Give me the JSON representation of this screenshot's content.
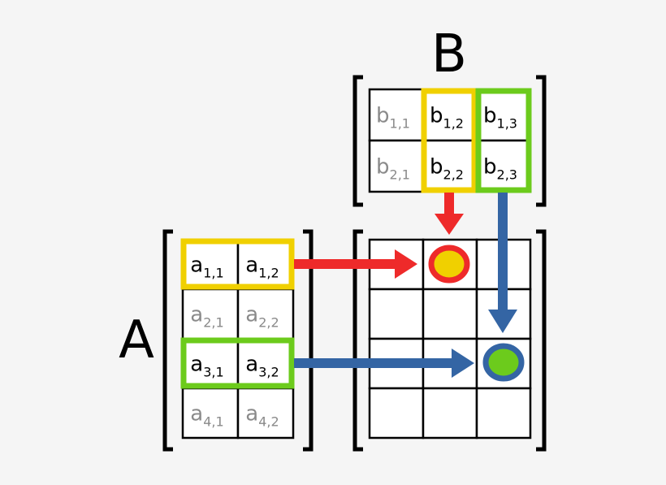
{
  "matrix_a": {
    "label": "A",
    "cells": [
      [
        {
          "letter": "a",
          "sub": "1,1",
          "dim": false
        },
        {
          "letter": "a",
          "sub": "1,2",
          "dim": false
        }
      ],
      [
        {
          "letter": "a",
          "sub": "2,1",
          "dim": true
        },
        {
          "letter": "a",
          "sub": "2,2",
          "dim": true
        }
      ],
      [
        {
          "letter": "a",
          "sub": "3,1",
          "dim": false
        },
        {
          "letter": "a",
          "sub": "3,2",
          "dim": false
        }
      ],
      [
        {
          "letter": "a",
          "sub": "4,1",
          "dim": true
        },
        {
          "letter": "a",
          "sub": "4,2",
          "dim": true
        }
      ]
    ]
  },
  "matrix_b": {
    "label": "B",
    "cells": [
      [
        {
          "letter": "b",
          "sub": "1,1",
          "dim": true
        },
        {
          "letter": "b",
          "sub": "1,2",
          "dim": false
        },
        {
          "letter": "b",
          "sub": "1,3",
          "dim": false
        }
      ],
      [
        {
          "letter": "b",
          "sub": "2,1",
          "dim": true
        },
        {
          "letter": "b",
          "sub": "2,2",
          "dim": false
        },
        {
          "letter": "b",
          "sub": "2,3",
          "dim": false
        }
      ]
    ]
  },
  "result_grid": {
    "rows": 4,
    "cols": 3
  },
  "colors": {
    "yellow": "#f0d000",
    "green": "#6ccb1c",
    "red": "#ee2a2a",
    "blue": "#3465a4",
    "text": "#000000",
    "dim_text": "#8a8a8a",
    "background": "#f5f5f5"
  }
}
